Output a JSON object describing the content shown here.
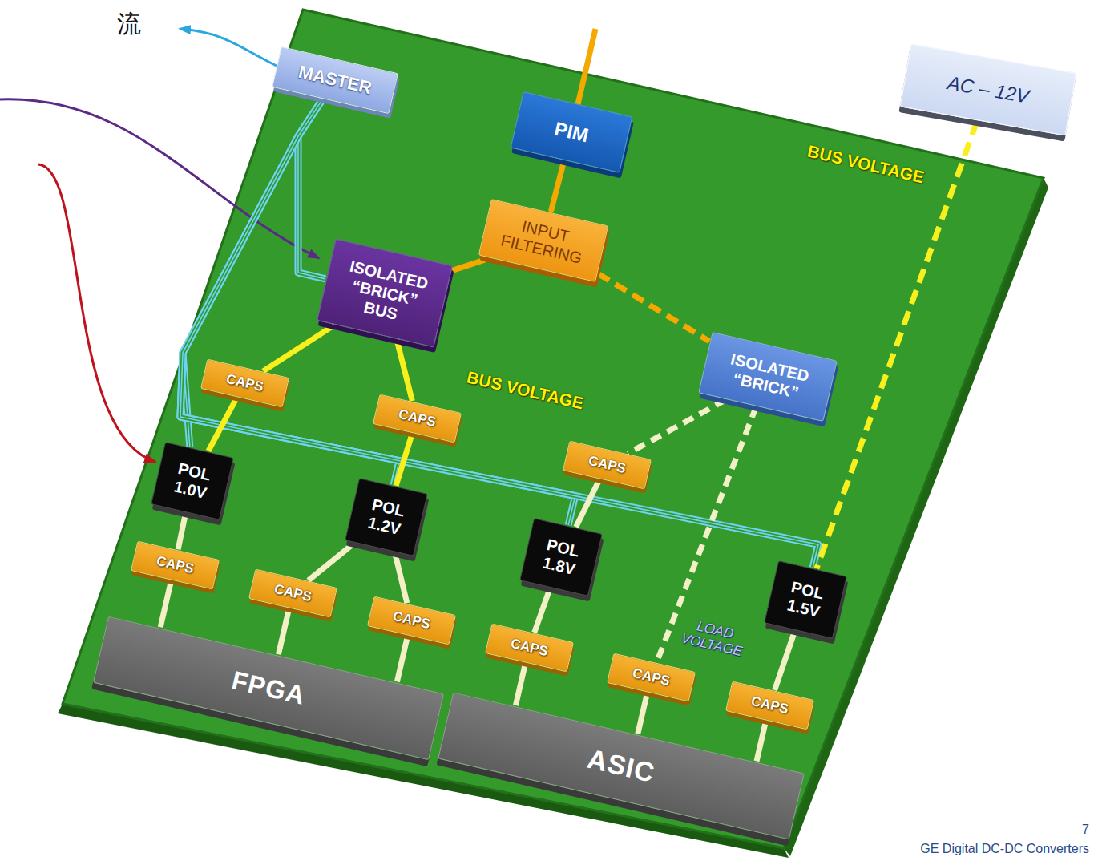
{
  "diagram": {
    "nodes": [
      {
        "text": [
          "MASTER"
        ]
      },
      {
        "text": [
          "PIM"
        ]
      },
      {
        "text": [
          "AC – 12V"
        ]
      },
      {
        "text": [
          "INPUT FILTERING"
        ]
      },
      {
        "text": [
          "ISOLATED “BRICK” BUS"
        ]
      },
      {
        "text": [
          "ISOLATED “BRICK”"
        ]
      },
      {
        "text": [
          "CAPS"
        ]
      },
      {
        "text": [
          "CAPS"
        ]
      },
      {
        "text": [
          "CAPS"
        ]
      },
      {
        "text": [
          "POL 1.0V"
        ]
      },
      {
        "text": [
          "POL 1.2V"
        ]
      },
      {
        "text": [
          "POL 1.8V"
        ]
      },
      {
        "text": [
          "POL 1.5V"
        ]
      },
      {
        "text": [
          "CAPS"
        ]
      },
      {
        "text": [
          "CAPS"
        ]
      },
      {
        "text": [
          "CAPS"
        ]
      },
      {
        "text": [
          "CAPS"
        ]
      },
      {
        "text": [
          "CAPS"
        ]
      },
      {
        "text": [
          "CAPS"
        ]
      },
      {
        "text": [
          "FPGA"
        ]
      },
      {
        "text": [
          "ASIC"
        ]
      }
    ],
    "edges": [
      {
        "from": 1,
        "to": 3,
        "arrow": "none"
      },
      {
        "from": 3,
        "to": 4,
        "arrow": "none"
      },
      {
        "from": 3,
        "to": 5,
        "arrow": "none"
      },
      {
        "from": 4,
        "to": 6,
        "arrow": "none"
      },
      {
        "from": 4,
        "to": 7,
        "arrow": "none"
      },
      {
        "from": 6,
        "to": 9,
        "arrow": "none"
      },
      {
        "from": 7,
        "to": 10,
        "arrow": "none"
      },
      {
        "from": 5,
        "to": 8,
        "arrow": "none"
      },
      {
        "from": 8,
        "to": 11,
        "arrow": "none"
      },
      {
        "from": 5,
        "to": 17,
        "arrow": "none"
      },
      {
        "from": 17,
        "to": 20,
        "arrow": "none"
      },
      {
        "from": 2,
        "to": 12,
        "arrow": "none"
      },
      {
        "from": 9,
        "to": 13,
        "arrow": "none"
      },
      {
        "from": 10,
        "to": 14,
        "arrow": "none"
      },
      {
        "from": 10,
        "to": 15,
        "arrow": "none"
      },
      {
        "from": 11,
        "to": 16,
        "arrow": "none"
      },
      {
        "from": 12,
        "to": 18,
        "arrow": "none"
      },
      {
        "from": 13,
        "to": 19,
        "arrow": "none"
      },
      {
        "from": 14,
        "to": 19,
        "arrow": "none"
      },
      {
        "from": 15,
        "to": 19,
        "arrow": "none"
      },
      {
        "from": 16,
        "to": 20,
        "arrow": "none"
      },
      {
        "from": 18,
        "to": 20,
        "arrow": "none"
      },
      {
        "from": 0,
        "to": 4,
        "arrow": "none"
      },
      {
        "from": 0,
        "to": 9,
        "arrow": "none"
      },
      {
        "from": 0,
        "to": 10,
        "arrow": "none"
      },
      {
        "from": 0,
        "to": 11,
        "arrow": "none"
      },
      {
        "from": 0,
        "to": 12,
        "arrow": "none"
      }
    ],
    "labels": [
      "流",
      "BUS VOLTAGE",
      "BUS VOLTAGE",
      "LOAD VOLTAGE",
      "7",
      "GE Digital DC-DC Converters"
    ]
  }
}
